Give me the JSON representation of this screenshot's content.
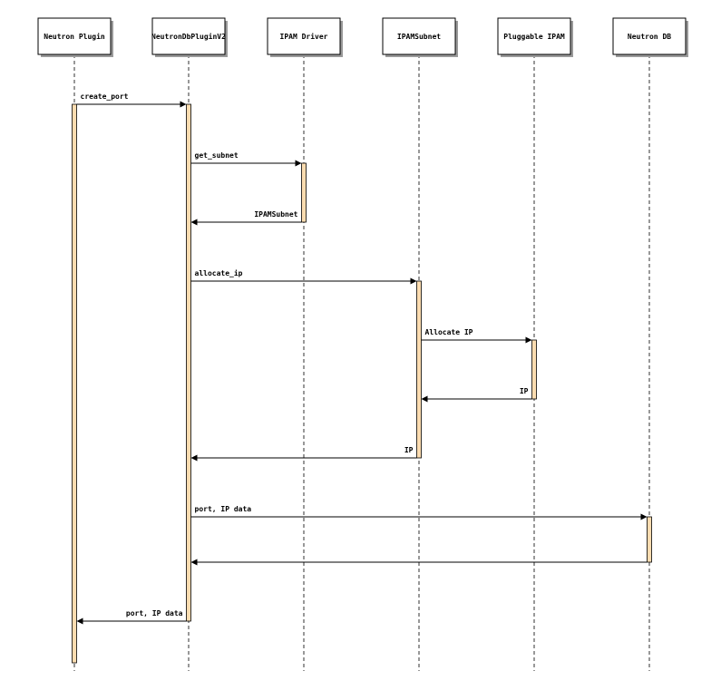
{
  "participants": [
    {
      "id": "neutron-plugin",
      "label": "Neutron Plugin"
    },
    {
      "id": "neutron-db-plugin-v2",
      "label": "NeutronDbPluginV2"
    },
    {
      "id": "ipam-driver",
      "label": "IPAM Driver"
    },
    {
      "id": "ipam-subnet",
      "label": "IPAMSubnet"
    },
    {
      "id": "pluggable-ipam",
      "label": "Pluggable IPAM"
    },
    {
      "id": "neutron-db",
      "label": "Neutron DB"
    }
  ],
  "messages": [
    {
      "from": 0,
      "to": 1,
      "label": "create_port"
    },
    {
      "from": 1,
      "to": 2,
      "label": "get_subnet"
    },
    {
      "from": 2,
      "to": 1,
      "label": "IPAMSubnet"
    },
    {
      "from": 1,
      "to": 3,
      "label": "allocate_ip"
    },
    {
      "from": 3,
      "to": 4,
      "label": "Allocate IP"
    },
    {
      "from": 4,
      "to": 3,
      "label": "IP"
    },
    {
      "from": 3,
      "to": 1,
      "label": "IP"
    },
    {
      "from": 1,
      "to": 5,
      "label": "port, IP data"
    },
    {
      "from": 5,
      "to": 1,
      "label": ""
    },
    {
      "from": 1,
      "to": 0,
      "label": "port, IP data"
    }
  ],
  "colors": {
    "activation_fill": "#fbdcb0",
    "line": "#000000",
    "box_shadow": "#9a9a9a"
  }
}
